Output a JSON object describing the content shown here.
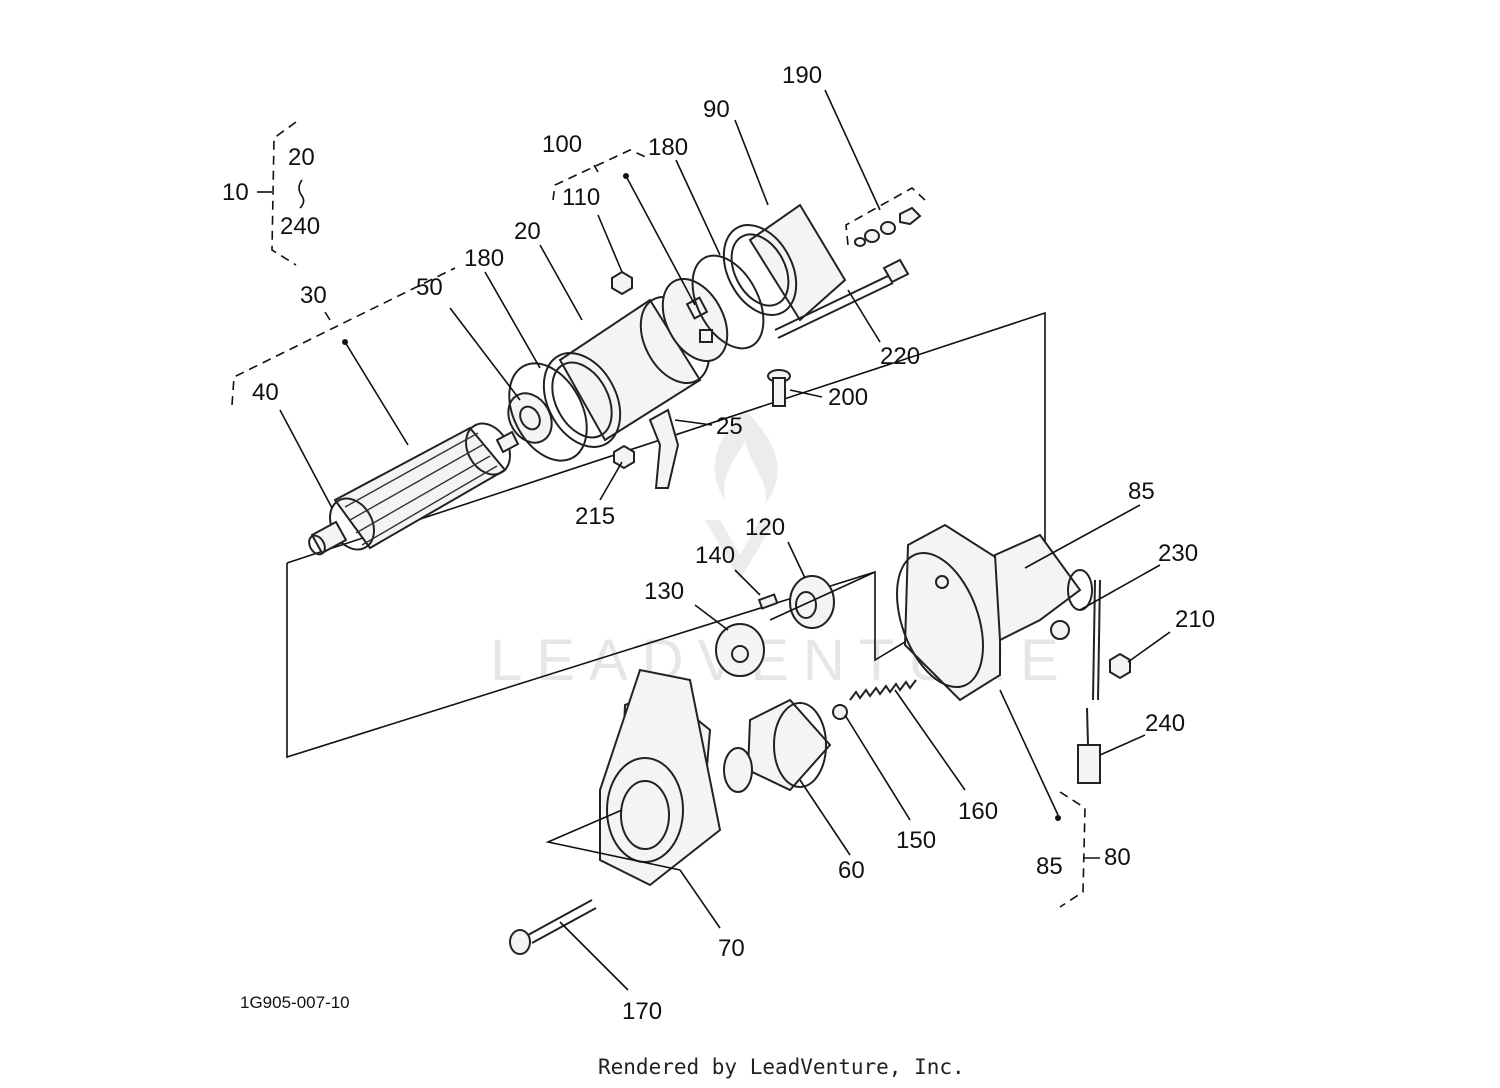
{
  "diagram": {
    "part_labels": {
      "p10": "10",
      "p20a": "20",
      "p240a": "240",
      "p30": "30",
      "p40": "40",
      "p50": "50",
      "p180a": "180",
      "p20b": "20",
      "p100": "100",
      "p110": "110",
      "p180b": "180",
      "p90": "90",
      "p190": "190",
      "p220": "220",
      "p200": "200",
      "p25": "25",
      "p215": "215",
      "p85a": "85",
      "p230": "230",
      "p210": "210",
      "p240b": "240",
      "p120": "120",
      "p140": "140",
      "p130": "130",
      "p160": "160",
      "p150": "150",
      "p60": "60",
      "p70": "70",
      "p170": "170",
      "p85b": "85",
      "p80": "80"
    },
    "drawing_number": "1G905-007-10",
    "footer": "Rendered by LeadVenture, Inc.",
    "watermark": "LEADVENTURE"
  }
}
